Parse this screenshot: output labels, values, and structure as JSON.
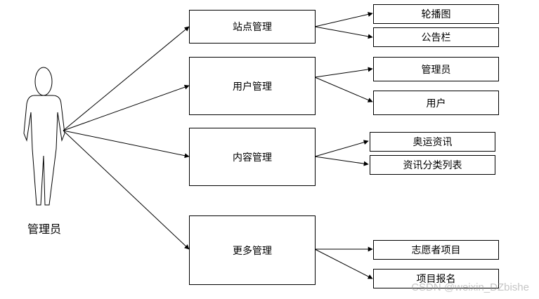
{
  "actor": {
    "label": "管理员"
  },
  "categories": [
    {
      "label": "站点管理",
      "children": [
        "轮播图",
        "公告栏"
      ]
    },
    {
      "label": "用户管理",
      "children": [
        "管理员",
        "用户"
      ]
    },
    {
      "label": "内容管理",
      "children": [
        "奥运资讯",
        "资讯分类列表"
      ]
    },
    {
      "label": "更多管理",
      "children": [
        "志愿者项目",
        "项目报名"
      ]
    }
  ],
  "watermark": "CSDN @weixin_DZbishe"
}
